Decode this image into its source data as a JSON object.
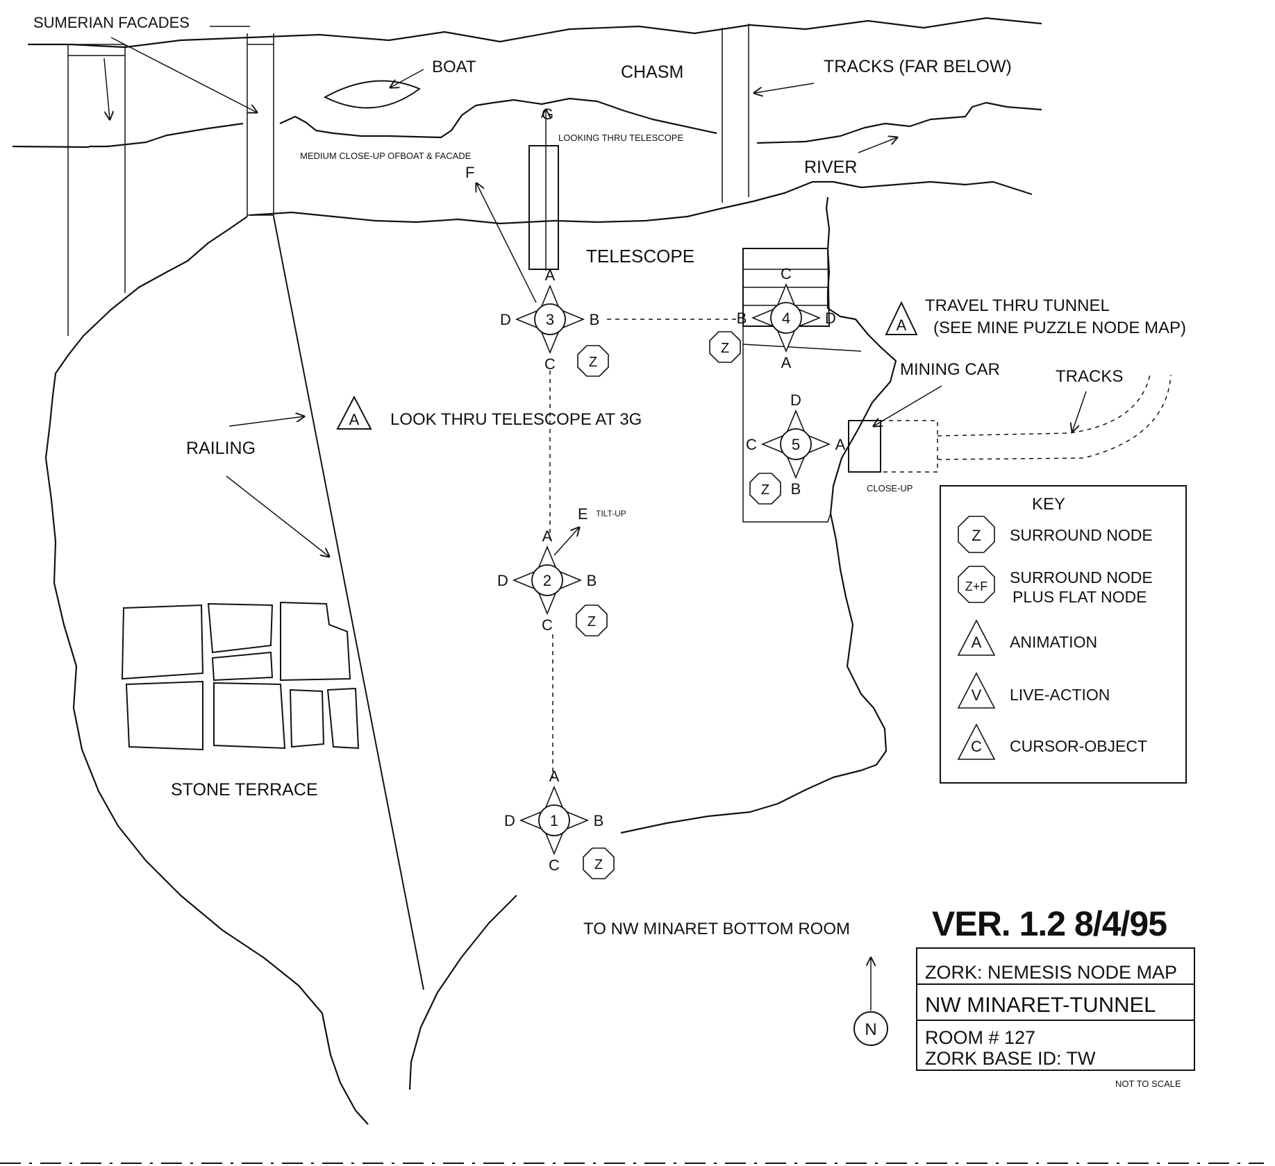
{
  "labels": {
    "sumerian_facades": "SUMERIAN FACADES",
    "boat": "BOAT",
    "chasm": "CHASM",
    "tracks_far_below": "TRACKS (FAR BELOW)",
    "river": "RIVER",
    "medium_closeup": "MEDIUM CLOSE-UP OFBOAT & FACADE",
    "looking_thru_telescope": "LOOKING THRU TELESCOPE",
    "telescope": "TELESCOPE",
    "travel_tunnel_line1": "TRAVEL THRU TUNNEL",
    "travel_tunnel_line2": "(SEE MINE PUZZLE NODE MAP)",
    "mining_car": "MINING CAR",
    "tracks": "TRACKS",
    "look_thru_telescope": "LOOK THRU TELESCOPE AT 3G",
    "railing": "RAILING",
    "close_up": "CLOSE-UP",
    "tilt_up": "TILT-UP",
    "stone_terrace": "STONE TERRACE",
    "to_nw_minaret": "TO NW MINARET BOTTOM ROOM",
    "version": "VER. 1.2   8/4/95",
    "north": "N",
    "not_to_scale": "NOT TO SCALE"
  },
  "nodes": [
    {
      "id": "3",
      "A": "A",
      "B": "B",
      "C": "C",
      "D": "D"
    },
    {
      "id": "4",
      "A": "A",
      "B": "B",
      "C": "C",
      "D": "D"
    },
    {
      "id": "5",
      "A": "A",
      "B": "B",
      "C": "C",
      "D": "D"
    },
    {
      "id": "2",
      "A": "A",
      "B": "B",
      "C": "C",
      "D": "D"
    },
    {
      "id": "1",
      "A": "A",
      "B": "B",
      "C": "C",
      "D": "D"
    }
  ],
  "extra_points": {
    "G": "G",
    "F": "F",
    "E": "E"
  },
  "markers": {
    "surround": "Z",
    "animation": "A"
  },
  "key": {
    "title": "KEY",
    "items": [
      {
        "symbol": "Z",
        "label1": "SURROUND NODE",
        "label2": ""
      },
      {
        "symbol": "Z+F",
        "label1": "SURROUND NODE",
        "label2": "PLUS FLAT NODE"
      },
      {
        "symbol": "A",
        "label1": "ANIMATION",
        "label2": ""
      },
      {
        "symbol": "V",
        "label1": "LIVE-ACTION",
        "label2": ""
      },
      {
        "symbol": "C",
        "label1": "CURSOR-OBJECT",
        "label2": ""
      }
    ]
  },
  "title_block": {
    "line1": "ZORK: NEMESIS NODE MAP",
    "line2": "NW MINARET-TUNNEL",
    "line3": "ROOM # 127",
    "line4": "ZORK BASE ID: TW"
  }
}
